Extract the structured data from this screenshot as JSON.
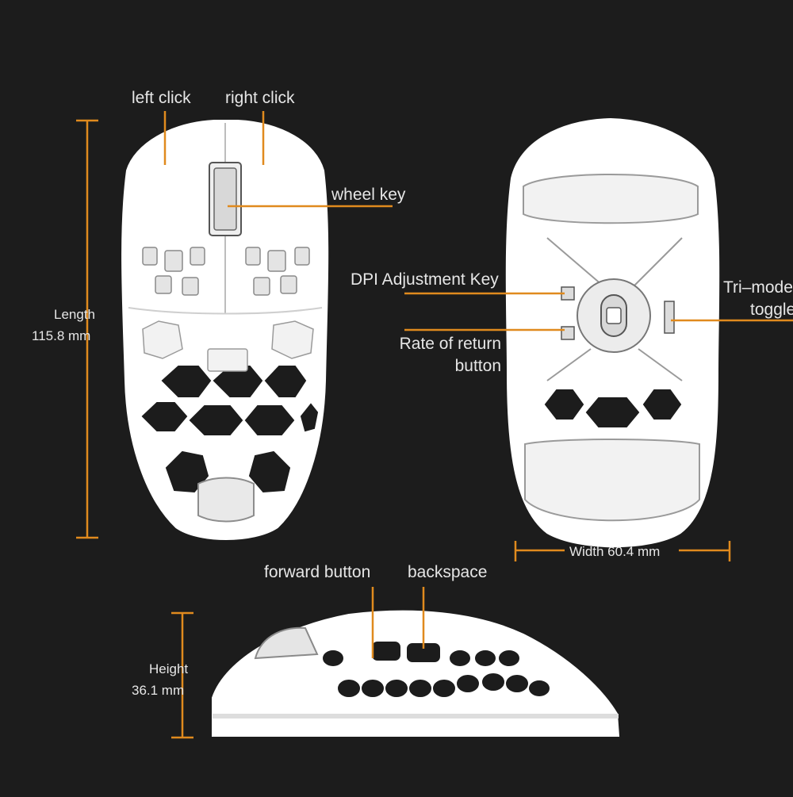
{
  "colors": {
    "background": "#1c1c1c",
    "accent": "#e08a1e",
    "line_art": "#ffffff",
    "text": "#e6e6e6"
  },
  "labels": {
    "left_click": "left click",
    "right_click": "right click",
    "wheel_key": "wheel key",
    "dpi_key": "DPI Adjustment Key",
    "return_rate_1": "Rate of return",
    "return_rate_2": "button",
    "tri_mode_1": "Tri–mode",
    "tri_mode_2": "toggle",
    "forward_button": "forward button",
    "backspace": "backspace"
  },
  "dimensions": {
    "length_label": "Length",
    "length_value": "115.8 mm",
    "width_label": "Width 60.4 mm",
    "height_label": "Height",
    "height_value": "36.1 mm"
  }
}
